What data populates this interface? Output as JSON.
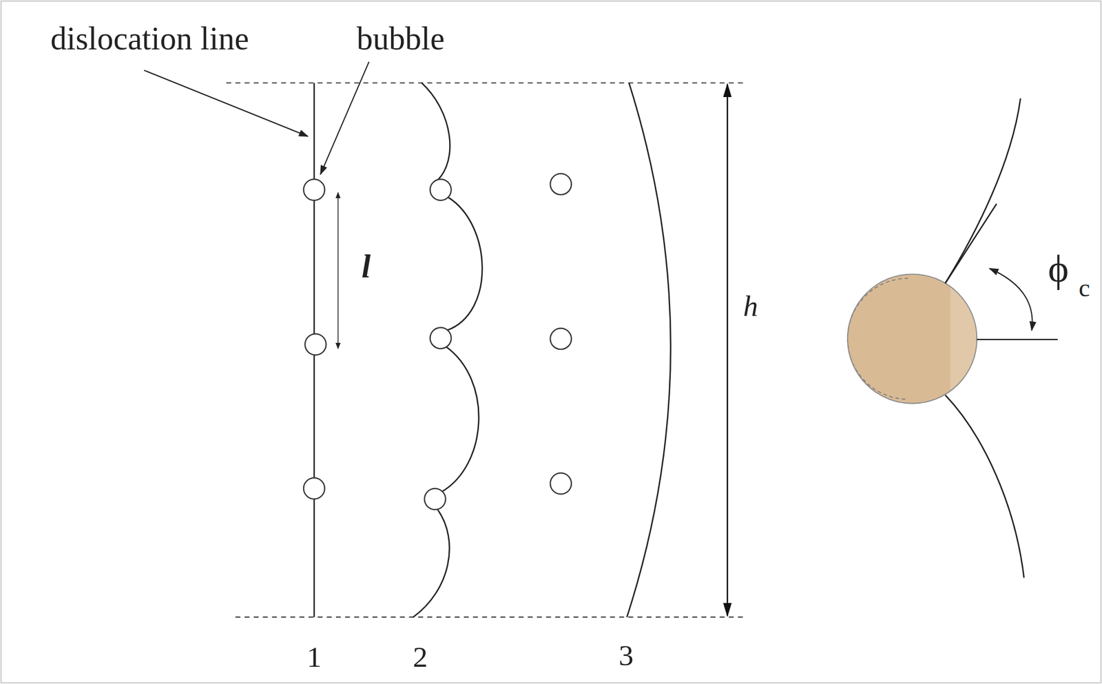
{
  "diagram": {
    "labels": [
      "dislocation line",
      "bubble",
      "l",
      "h",
      "1",
      "2",
      "3",
      "ϕ",
      "c"
    ]
  }
}
